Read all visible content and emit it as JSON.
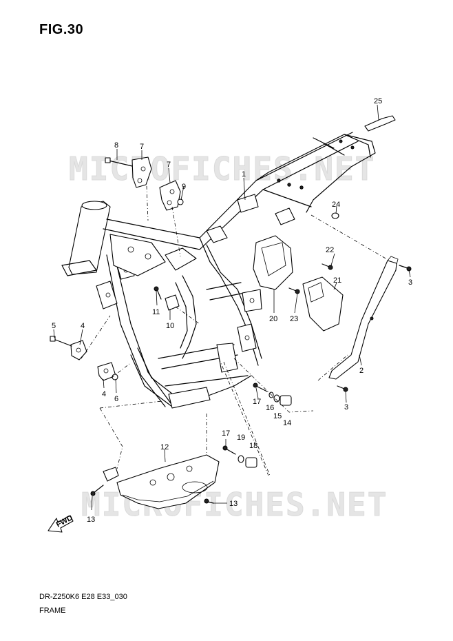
{
  "figure": {
    "title": "FIG.30",
    "model_code": "DR-Z250K6 E28 E33_030",
    "caption": "FRAME"
  },
  "watermark": "MICROFICHES.NET",
  "fwd_label": "FWD",
  "callouts": [
    {
      "id": "c1",
      "label": "1"
    },
    {
      "id": "c2",
      "label": "2"
    },
    {
      "id": "c3a",
      "label": "3"
    },
    {
      "id": "c3b",
      "label": "3"
    },
    {
      "id": "c4a",
      "label": "4"
    },
    {
      "id": "c4b",
      "label": "4"
    },
    {
      "id": "c5",
      "label": "5"
    },
    {
      "id": "c6",
      "label": "6"
    },
    {
      "id": "c7a",
      "label": "7"
    },
    {
      "id": "c7b",
      "label": "7"
    },
    {
      "id": "c8",
      "label": "8"
    },
    {
      "id": "c9",
      "label": "9"
    },
    {
      "id": "c10",
      "label": "10"
    },
    {
      "id": "c11",
      "label": "11"
    },
    {
      "id": "c12",
      "label": "12"
    },
    {
      "id": "c13a",
      "label": "13"
    },
    {
      "id": "c13b",
      "label": "13"
    },
    {
      "id": "c14",
      "label": "14"
    },
    {
      "id": "c15",
      "label": "15"
    },
    {
      "id": "c16",
      "label": "16"
    },
    {
      "id": "c17a",
      "label": "17"
    },
    {
      "id": "c17b",
      "label": "17"
    },
    {
      "id": "c18",
      "label": "18"
    },
    {
      "id": "c19",
      "label": "19"
    },
    {
      "id": "c20",
      "label": "20"
    },
    {
      "id": "c21",
      "label": "21"
    },
    {
      "id": "c22",
      "label": "22"
    },
    {
      "id": "c23",
      "label": "23"
    },
    {
      "id": "c24",
      "label": "24"
    },
    {
      "id": "c25",
      "label": "25"
    }
  ]
}
